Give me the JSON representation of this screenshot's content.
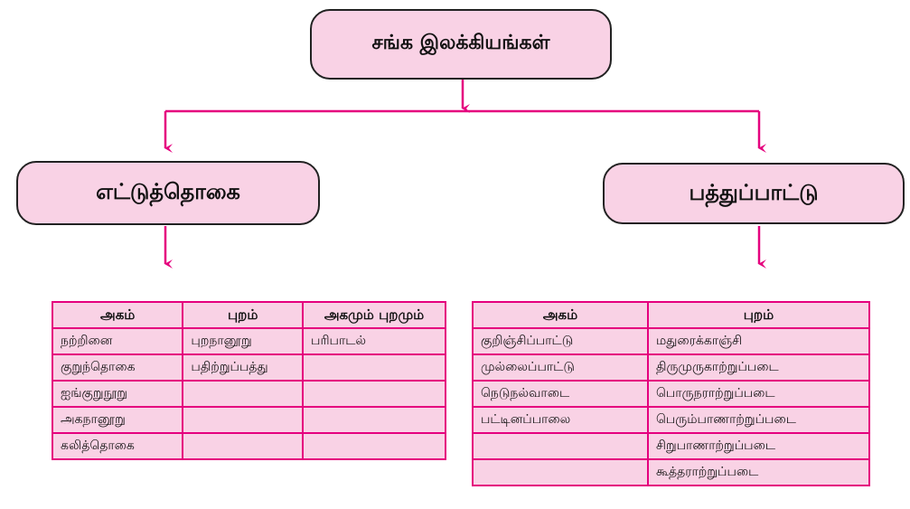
{
  "root": {
    "label": "சங்க இலக்கியங்கள்"
  },
  "left": {
    "label": "எட்டுத்தொகை",
    "headers": [
      "அகம்",
      "புறம்",
      "அகமும் புறமும்"
    ],
    "rows": [
      [
        "நற்றினை",
        "புறநானூறு",
        "பரிபாடல்"
      ],
      [
        "குறுந்தொகை",
        "பதிற்றுப்பத்து",
        ""
      ],
      [
        "ஐங்குறுநூறு",
        "",
        ""
      ],
      [
        "அகநானூறு",
        "",
        ""
      ],
      [
        "கலித்தொகை",
        "",
        ""
      ]
    ]
  },
  "right": {
    "label": "பத்துப்பாட்டு",
    "headers": [
      "அகம்",
      "புறம்"
    ],
    "rows": [
      [
        "குறிஞ்சிப்பாட்டு",
        "மதுரைக்காஞ்சி"
      ],
      [
        "முல்லைப்பாட்டு",
        "திருமுருகாற்றுப்படை"
      ],
      [
        "நெடுநல்வாடை",
        "பொருநராற்றுப்படை"
      ],
      [
        "பட்டினப்பாலை",
        "பெரும்பாணாற்றுப்படை"
      ],
      [
        "",
        "சிறுபாணாற்றுப்படை"
      ],
      [
        "",
        "கூத்தராற்றுப்படை"
      ]
    ]
  },
  "colors": {
    "accent": "#e5007e",
    "fill": "#f9d2e5"
  }
}
